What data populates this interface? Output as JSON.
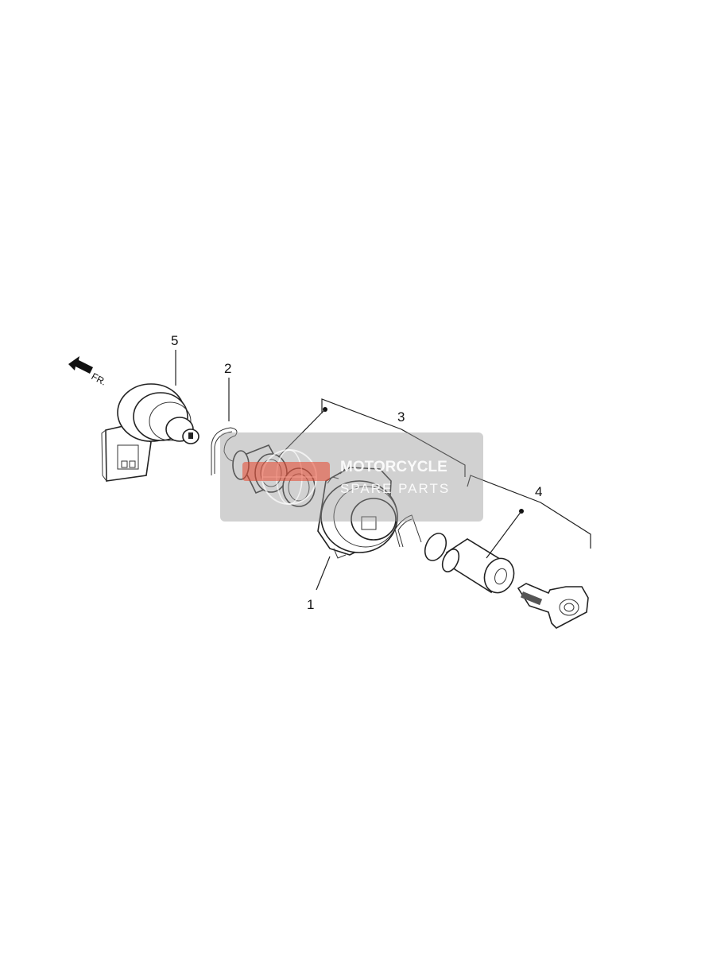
{
  "diagram": {
    "direction_label": "FR.",
    "callouts": [
      {
        "id": "1",
        "label": "1"
      },
      {
        "id": "2",
        "label": "2"
      },
      {
        "id": "3",
        "label": "3"
      },
      {
        "id": "4",
        "label": "4"
      },
      {
        "id": "5",
        "label": "5"
      }
    ]
  },
  "watermark": {
    "line1": "MOTORCYCLE",
    "line2": "SPARE PARTS",
    "badge_color": "#e8462b"
  }
}
